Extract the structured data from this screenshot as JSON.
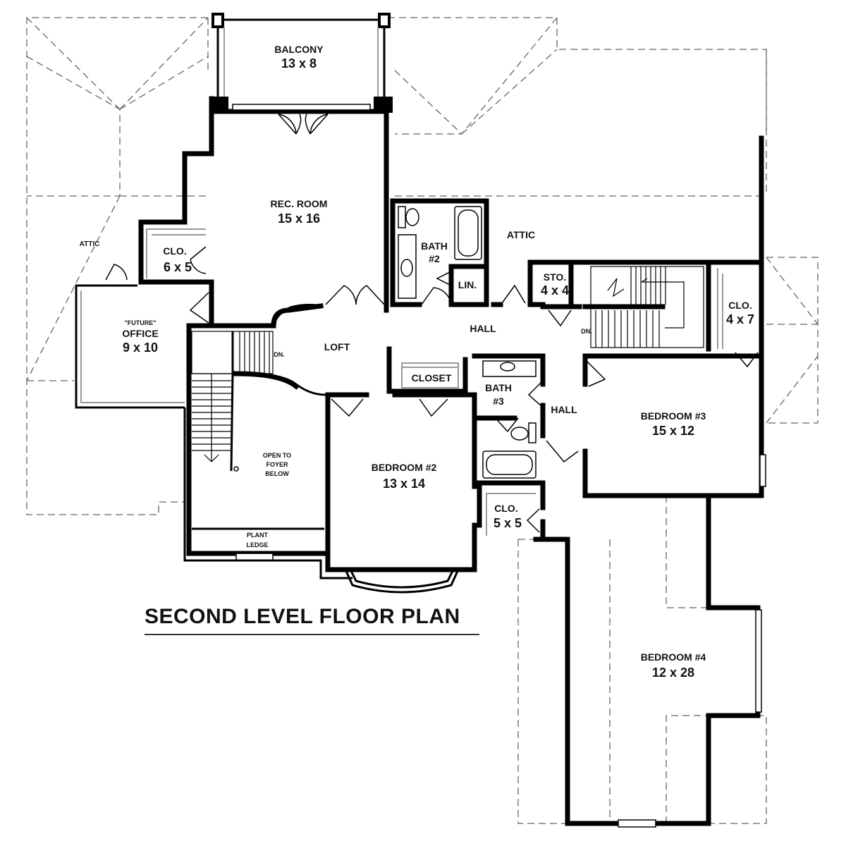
{
  "title": "SECOND LEVEL FLOOR PLAN",
  "rooms": {
    "balcony": {
      "name": "BALCONY",
      "size": "13 x 8"
    },
    "rec_room": {
      "name": "REC. ROOM",
      "size": "15 x 16"
    },
    "clo_left": {
      "name": "CLO.",
      "size": "6 x 5"
    },
    "attic_left": {
      "name": "ATTIC"
    },
    "office": {
      "prefix": "\"FUTURE\"",
      "name": "OFFICE",
      "size": "9 x 10"
    },
    "bath2": {
      "name": "BATH",
      "number": "#2"
    },
    "lin": {
      "name": "LIN."
    },
    "attic_right": {
      "name": "ATTIC"
    },
    "sto": {
      "name": "STO.",
      "size": "4 x 4"
    },
    "clo_right": {
      "name": "CLO.",
      "size": "4 x 7"
    },
    "hall_upper": {
      "name": "HALL"
    },
    "loft": {
      "name": "LOFT"
    },
    "dn_left": {
      "name": "DN."
    },
    "dn_right": {
      "name": "DN."
    },
    "closet": {
      "name": "CLOSET"
    },
    "bath3": {
      "name": "BATH",
      "number": "#3"
    },
    "hall_lower": {
      "name": "HALL"
    },
    "bedroom3": {
      "name": "BEDROOM #3",
      "size": "15 x 12"
    },
    "open_foyer": {
      "line1": "OPEN TO",
      "line2": "FOYER",
      "line3": "BELOW"
    },
    "bedroom2": {
      "name": "BEDROOM #2",
      "size": "13 x 14"
    },
    "clo_small": {
      "name": "CLO.",
      "size": "5 x 5"
    },
    "plant_ledge": {
      "line1": "PLANT",
      "line2": "LEDGE"
    },
    "bedroom4": {
      "name": "BEDROOM #4",
      "size": "12 x 28"
    }
  }
}
